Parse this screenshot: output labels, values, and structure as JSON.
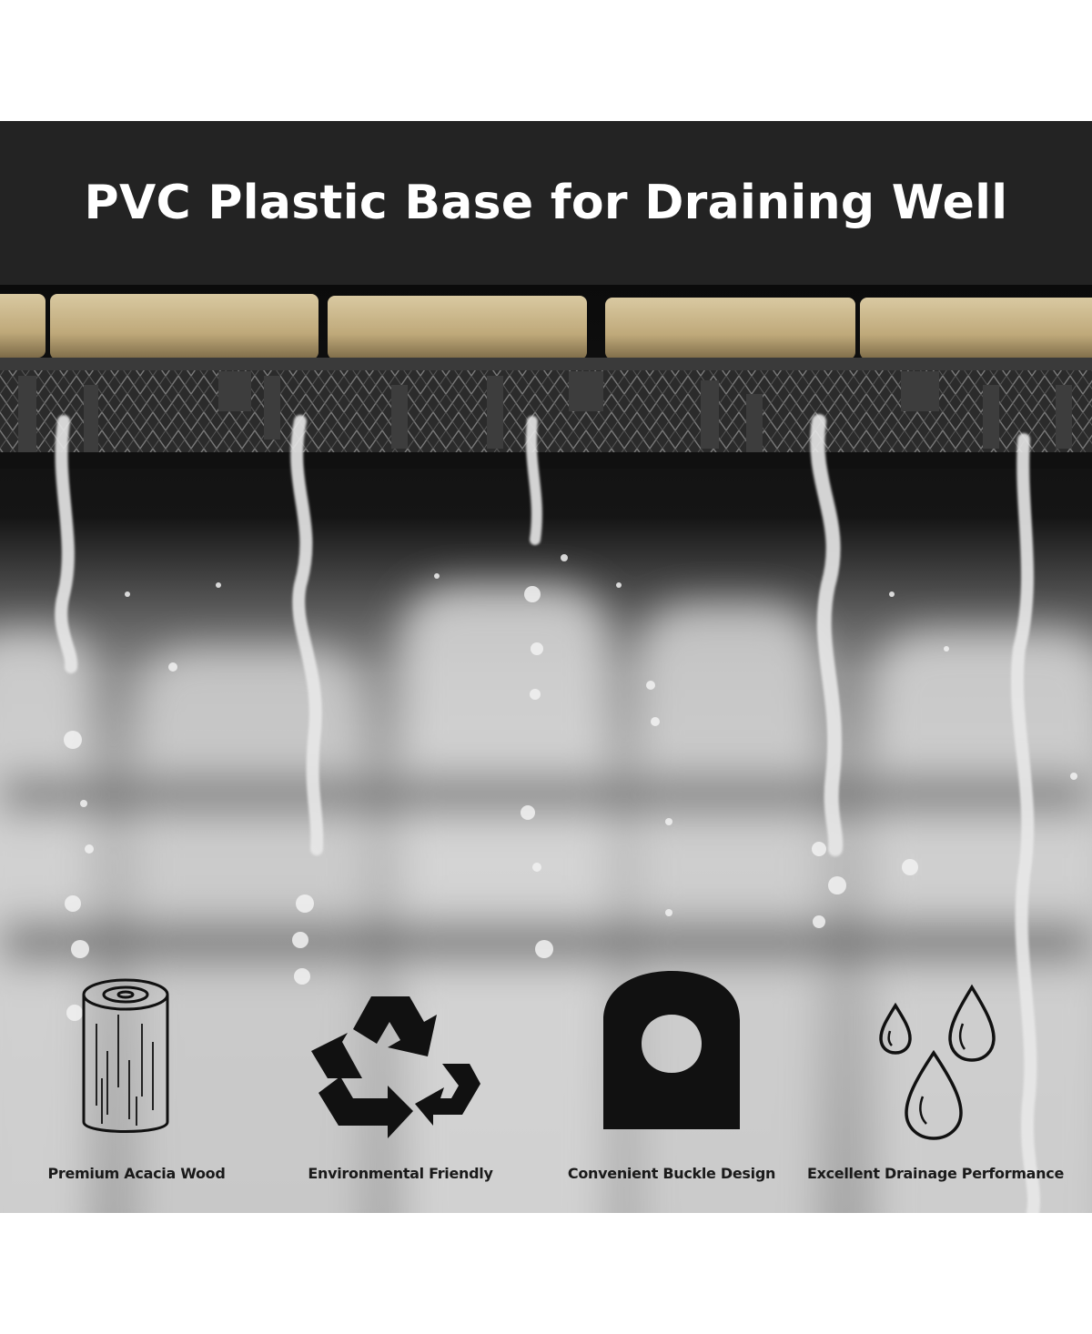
{
  "banner": {
    "title": "PVC Plastic Base for Draining Well"
  },
  "features": [
    {
      "label": "Premium Acacia Wood",
      "icon": "wood-log-icon"
    },
    {
      "label": "Environmental Friendly",
      "icon": "recycle-icon"
    },
    {
      "label": "Convenient Buckle Design",
      "icon": "buckle-icon"
    },
    {
      "label": "Excellent Drainage Performance",
      "icon": "water-drops-icon"
    }
  ]
}
